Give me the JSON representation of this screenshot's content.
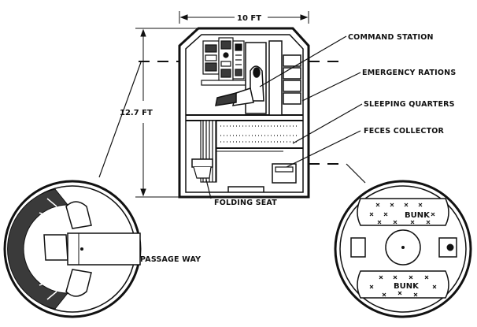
{
  "diagram": {
    "dimensions": {
      "width_label": "10 FT",
      "height_label": "12.7 FT"
    },
    "callouts": {
      "command_station": "COMMAND STATION",
      "emergency_rations": "EMERGENCY RATIONS",
      "sleeping_quarters": "SLEEPING QUARTERS",
      "feces_collector": "FECES COLLECTOR",
      "folding_seat": "FOLDING SEAT",
      "passage_way": "PASSAGE WAY"
    },
    "plan_labels": {
      "bunk_upper": "BUNK",
      "bunk_lower": "BUNK"
    },
    "colors": {
      "ink": "#111111",
      "paper": "#ffffff",
      "shade": "#3a3a3a"
    }
  }
}
